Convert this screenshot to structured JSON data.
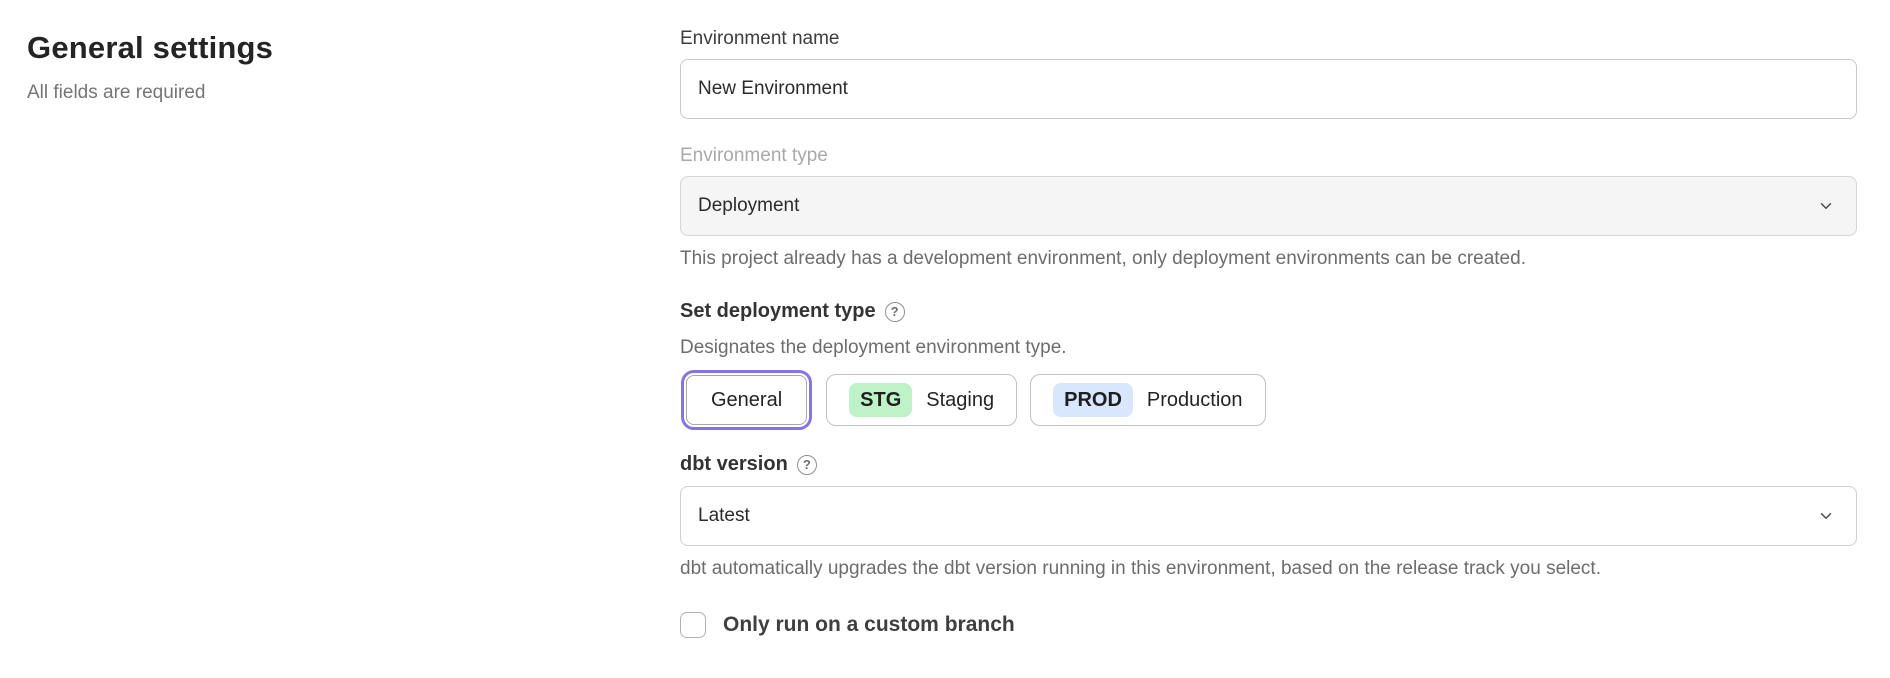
{
  "page": {
    "title": "General settings",
    "subtitle": "All fields are required"
  },
  "form": {
    "environment_name": {
      "label": "Environment name",
      "value": "New Environment"
    },
    "environment_type": {
      "label": "Environment type",
      "value": "Deployment",
      "disabled": true,
      "helper": "This project already has a development environment, only deployment environments can be created."
    },
    "deployment_type": {
      "label": "Set deployment type",
      "description": "Designates the deployment environment type.",
      "options": [
        {
          "label": "General",
          "badge": "",
          "selected": true
        },
        {
          "label": "Staging",
          "badge": "STG",
          "badge_color": "#bdf3c6",
          "selected": false
        },
        {
          "label": "Production",
          "badge": "PROD",
          "badge_color": "#d8e7fc",
          "selected": false
        }
      ]
    },
    "dbt_version": {
      "label": "dbt version",
      "value": "Latest",
      "helper": "dbt automatically upgrades the dbt version running in this environment, based on the release track you select."
    },
    "custom_branch": {
      "label": "Only run on a custom branch",
      "checked": false
    }
  },
  "icons": {
    "help": "?",
    "chevron_down": "chevron-down"
  },
  "colors": {
    "accent_purple": "#8673ea",
    "badge_green": "#bdf3c6",
    "badge_blue": "#d8e7fc",
    "disabled_field_bg": "#f5f5f5"
  }
}
